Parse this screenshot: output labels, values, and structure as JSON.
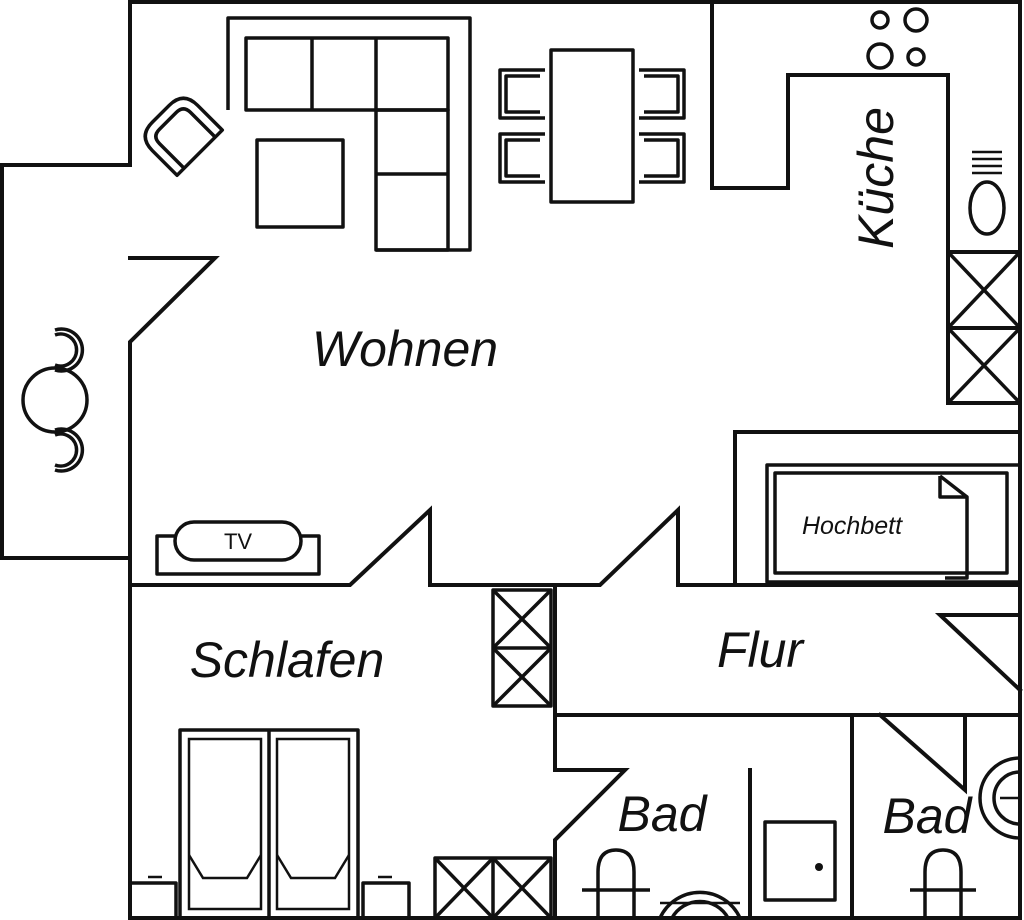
{
  "rooms": {
    "living": "Wohnen",
    "kitchen": "Küche",
    "bedroom": "Schlafen",
    "hallway": "Flur",
    "bath_left": "Bad",
    "bath_right": "Bad"
  },
  "furniture": {
    "tv": "TV",
    "loft_bed": "Hochbett"
  },
  "colors": {
    "line": "#111111",
    "background": "#ffffff"
  }
}
